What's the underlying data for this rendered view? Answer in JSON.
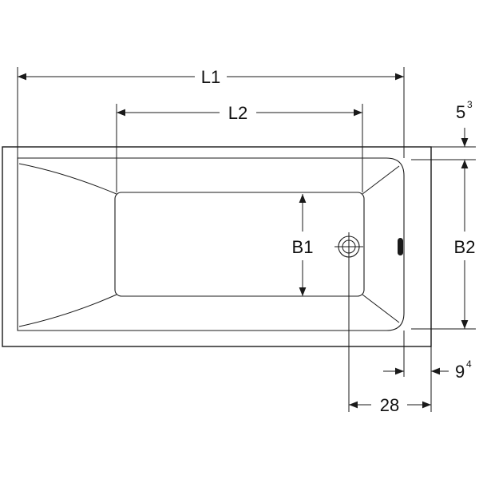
{
  "drawing": {
    "line_color": "#1a1a1a",
    "background": "#ffffff"
  },
  "dimensions": {
    "L1": "L1",
    "L2": "L2",
    "B1": "B1",
    "B2": "B2",
    "d53_main": "5",
    "d53_sup": "3",
    "d94_main": "9",
    "d94_sup": "4",
    "d28": "28"
  }
}
